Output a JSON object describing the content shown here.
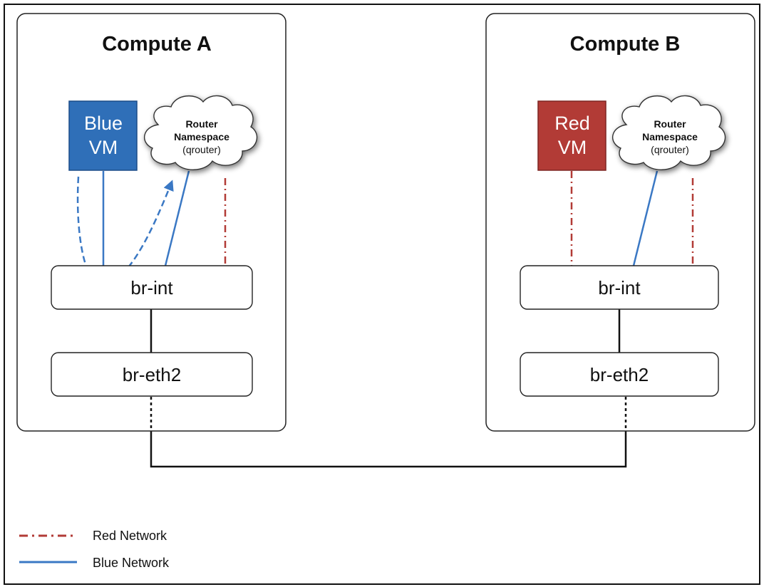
{
  "hosts": [
    {
      "title": "Compute A",
      "vm": {
        "line1": "Blue",
        "line2": "VM",
        "color": "#2f6fb8"
      },
      "router": {
        "line1": "Router",
        "line2": "Namespace",
        "line3": "(qrouter)"
      },
      "br_int": "br-int",
      "br_eth": "br-eth2"
    },
    {
      "title": "Compute B",
      "vm": {
        "line1": "Red",
        "line2": "VM",
        "color": "#b23b36"
      },
      "router": {
        "line1": "Router",
        "line2": "Namespace",
        "line3": "(qrouter)"
      },
      "br_int": "br-int",
      "br_eth": "br-eth2"
    }
  ],
  "legend": {
    "red": {
      "label": "Red Network",
      "color": "#b23b36"
    },
    "blue": {
      "label": "Blue Network",
      "color": "#3a78c4"
    }
  }
}
